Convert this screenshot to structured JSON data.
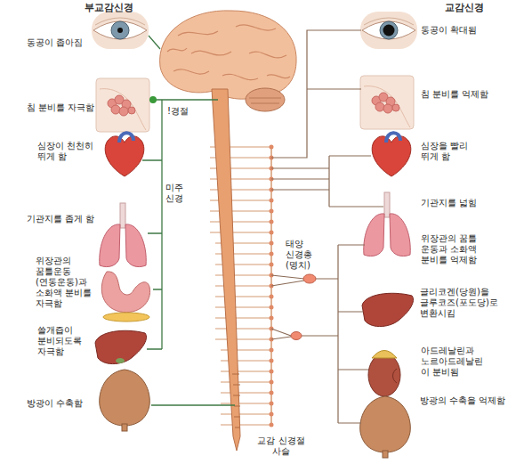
{
  "diagram": {
    "labels": [
      "부교감신경",
      "교감신경",
      "동공이 좁아짐",
      "침 분비를 자극함",
      "!경절",
      "심장이 천천히 뛰게 함",
      "기관지를 좁게 함",
      "위장관의 꿈틀운동 (연동운동)과 소화액 분비를 자극함",
      "쓸개즙이 분비되도록 자극함",
      "방광이 수축함",
      "미주 신경",
      "태양 신경총 (명치)",
      "교감 신경절 사슬",
      "동공이 확대됨",
      "침 분비를 억제함",
      "심장을 빨리 뛰게 함",
      "기관지를 넓힘",
      "위장관의 꿈틀 운동과 소화액 분비를 억제함",
      "글리코겐(당원)을 글루코즈(포도당)로 변환시킴",
      "아드레날린과 노르아드레날린 이 분비됨",
      "방광의 수축을 억제함"
    ]
  }
}
